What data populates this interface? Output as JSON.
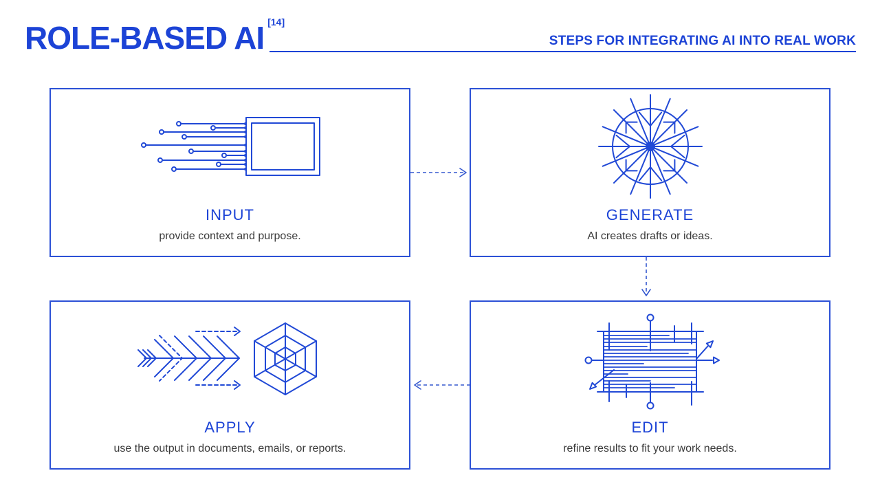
{
  "header": {
    "title": "ROLE-BASED AI",
    "title_superscript": "[14]",
    "tagline": "STEPS FOR INTEGRATING AI INTO REAL WORK"
  },
  "steps": [
    {
      "id": "input",
      "label": "INPUT",
      "description": "provide context and purpose.",
      "icon": "data-stream-into-screen-icon"
    },
    {
      "id": "generate",
      "label": "GENERATE",
      "description": "AI creates drafts or ideas.",
      "icon": "radial-burst-icon"
    },
    {
      "id": "apply",
      "label": "APPLY",
      "description": "use the output in documents, emails, or reports.",
      "icon": "feather-arrow-hexagon-web-icon"
    },
    {
      "id": "edit",
      "label": "EDIT",
      "description": "refine results to fit your work needs.",
      "icon": "annotated-text-block-icon"
    }
  ],
  "connectors": [
    {
      "from": "INPUT",
      "to": "GENERATE",
      "direction": "right"
    },
    {
      "from": "GENERATE",
      "to": "EDIT",
      "direction": "down"
    },
    {
      "from": "EDIT",
      "to": "APPLY",
      "direction": "left"
    }
  ],
  "colors": {
    "accent": "#1c43d6",
    "icon_stroke": "#2149d6",
    "box_border": "#2c51d6",
    "body_text": "#3a3a3a",
    "background": "#ffffff"
  }
}
